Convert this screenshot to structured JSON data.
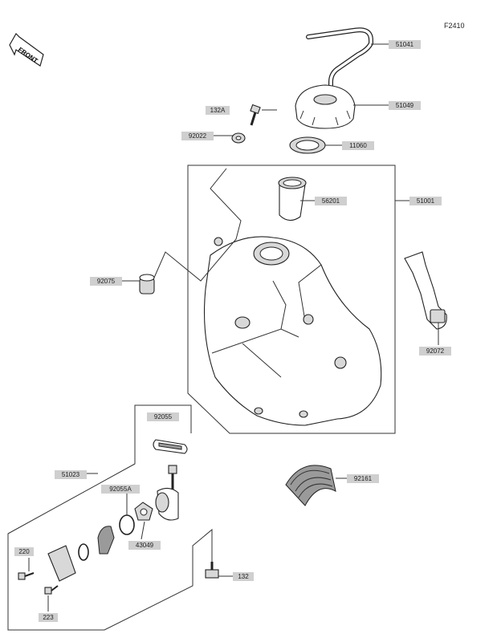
{
  "figure": {
    "code": "F2410"
  },
  "orientation": {
    "label": "FRONT",
    "icon": "front-arrow-icon"
  },
  "parts": [
    {
      "id": "51041",
      "label": "51041"
    },
    {
      "id": "51049",
      "label": "51049"
    },
    {
      "id": "132A",
      "label": "132A"
    },
    {
      "id": "92022",
      "label": "92022"
    },
    {
      "id": "11060",
      "label": "11060"
    },
    {
      "id": "56201",
      "label": "56201"
    },
    {
      "id": "51001",
      "label": "51001"
    },
    {
      "id": "92075",
      "label": "92075"
    },
    {
      "id": "92072",
      "label": "92072"
    },
    {
      "id": "92055",
      "label": "92055"
    },
    {
      "id": "51023",
      "label": "51023"
    },
    {
      "id": "92055A",
      "label": "92055A"
    },
    {
      "id": "43049",
      "label": "43049"
    },
    {
      "id": "220",
      "label": "220"
    },
    {
      "id": "92161",
      "label": "92161"
    },
    {
      "id": "132",
      "label": "132"
    },
    {
      "id": "223",
      "label": "223"
    }
  ]
}
